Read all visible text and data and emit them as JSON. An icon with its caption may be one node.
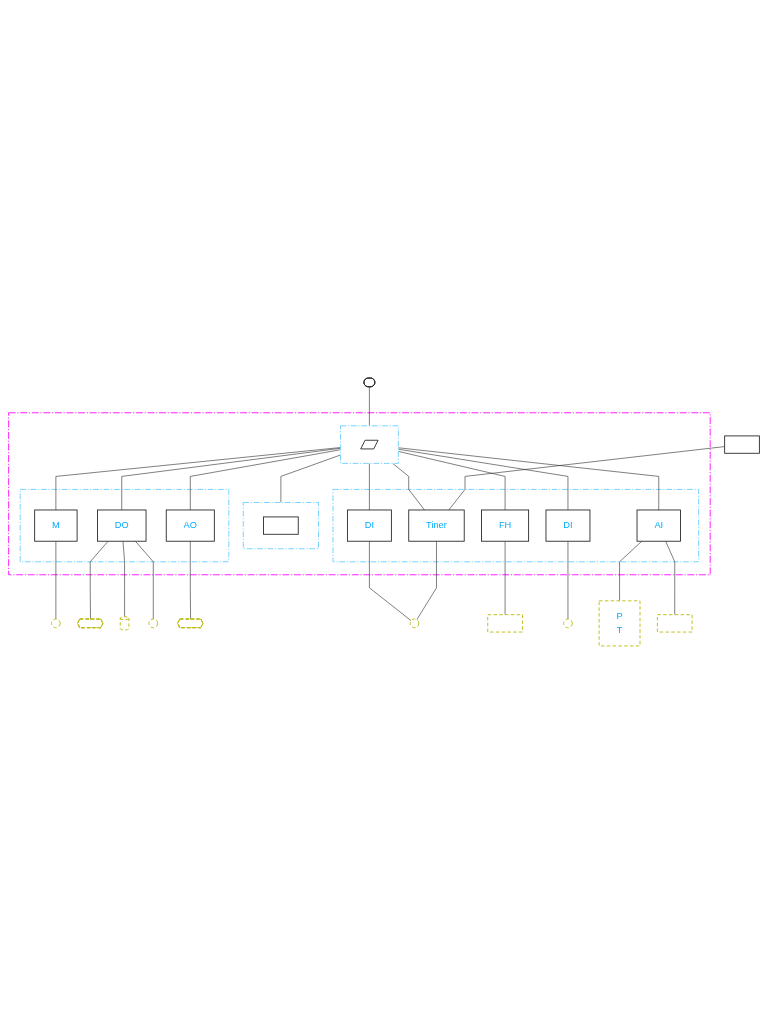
{
  "diagram": {
    "nodes": [
      {
        "text": [],
        "shape": "box"
      },
      {
        "text": [],
        "shape": "person"
      },
      {
        "text": [],
        "shape": "box",
        "in": 0
      },
      {
        "text": [],
        "shape": "computer",
        "in": 2
      },
      {
        "text": [],
        "shape": "box",
        "in": 0
      },
      {
        "text": [
          "M"
        ],
        "in": 4
      },
      {
        "text": [
          "DO"
        ],
        "in": 4
      },
      {
        "text": [
          "AO"
        ],
        "in": 4
      },
      {
        "text": [],
        "shape": "box",
        "in": 0
      },
      {
        "text": [],
        "shape": "box",
        "in": 8
      },
      {
        "text": [],
        "shape": "box"
      },
      {
        "text": [],
        "shape": "box",
        "in": 0
      },
      {
        "text": [
          "Tiner"
        ],
        "in": 11
      },
      {
        "text": [
          "DI"
        ],
        "in": 11
      },
      {
        "text": [
          "FH"
        ],
        "in": 11
      },
      {
        "text": [
          "DI"
        ],
        "in": 11
      },
      {
        "text": [
          "AI"
        ],
        "in": 11
      },
      {
        "text": [],
        "shape": "pump"
      },
      {
        "text": [],
        "shape": "valve"
      },
      {
        "text": [],
        "shape": "cylinder"
      },
      {
        "text": [],
        "shape": "pump"
      },
      {
        "text": [],
        "shape": "valve"
      },
      {
        "text": [],
        "shape": "circle"
      },
      {
        "text": [],
        "shape": "box"
      },
      {
        "text": [],
        "shape": "circle"
      },
      {
        "text": [
          "P",
          "T"
        ]
      },
      {
        "text": [],
        "shape": "box"
      }
    ],
    "edges": [
      {
        "from": 1,
        "to": 2,
        "arrow": "none"
      },
      {
        "from": 2,
        "to": 5,
        "arrow": "none"
      },
      {
        "from": 2,
        "to": 6,
        "arrow": "none"
      },
      {
        "from": 2,
        "to": 7,
        "arrow": "none"
      },
      {
        "from": 2,
        "to": 8,
        "arrow": "none"
      },
      {
        "from": 2,
        "to": 12,
        "arrow": "none"
      },
      {
        "from": 10,
        "to": 12,
        "arrow": "none"
      },
      {
        "from": 2,
        "to": 13,
        "arrow": "none"
      },
      {
        "from": 2,
        "to": 14,
        "arrow": "none"
      },
      {
        "from": 2,
        "to": 15,
        "arrow": "none"
      },
      {
        "from": 2,
        "to": 16,
        "arrow": "none"
      },
      {
        "from": 5,
        "to": 17,
        "arrow": "none"
      },
      {
        "from": 6,
        "to": 18,
        "arrow": "none"
      },
      {
        "from": 6,
        "to": 19,
        "arrow": "none"
      },
      {
        "from": 6,
        "to": 20,
        "arrow": "none"
      },
      {
        "from": 7,
        "to": 21,
        "arrow": "none"
      },
      {
        "from": 12,
        "to": 22,
        "arrow": "none"
      },
      {
        "from": 13,
        "to": 22,
        "arrow": "none"
      },
      {
        "from": 14,
        "to": 23,
        "arrow": "none"
      },
      {
        "from": 15,
        "to": 24,
        "arrow": "none"
      },
      {
        "from": 16,
        "to": 25,
        "arrow": "none"
      },
      {
        "from": 16,
        "to": 26,
        "arrow": "none"
      }
    ]
  }
}
